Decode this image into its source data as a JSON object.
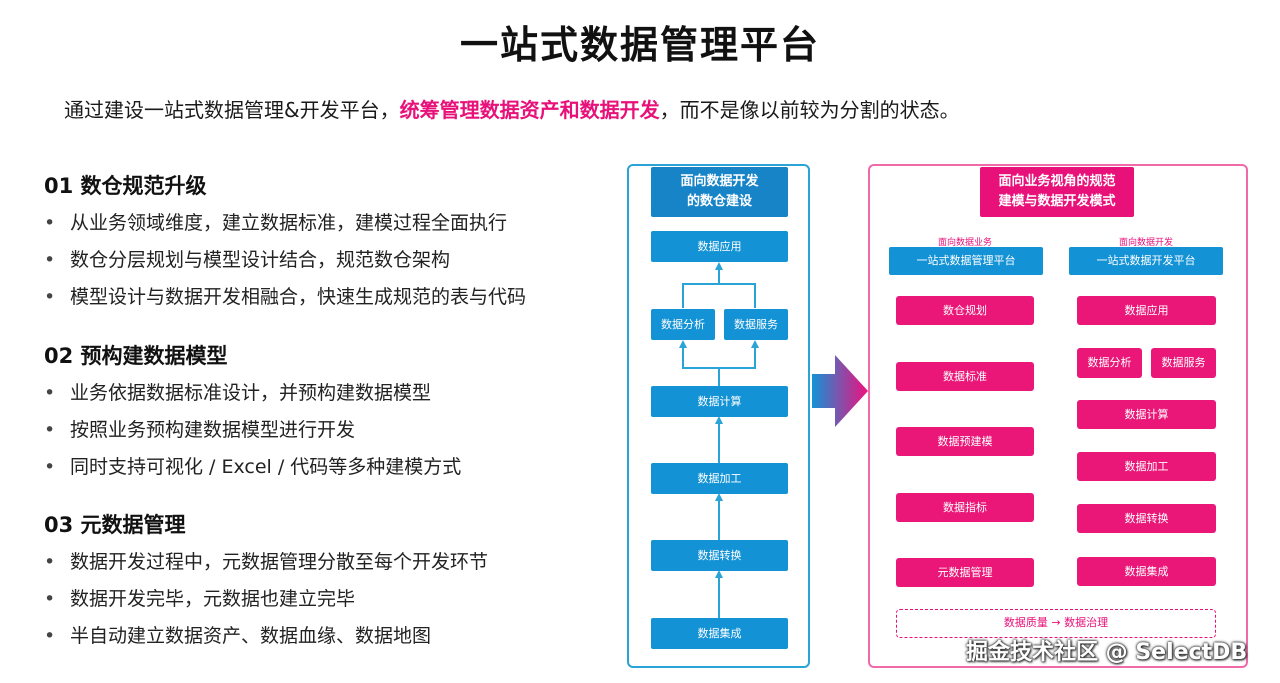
{
  "title": "一站式数据管理平台",
  "subtitle": {
    "pre": "通过建设一站式数据管理&开发平台，",
    "highlight": "统筹管理数据资产和数据开发",
    "post": "，而不是像以前较为分割的状态。"
  },
  "sections": [
    {
      "heading": "01 数仓规范升级",
      "items": [
        "从业务领域维度，建立数据标准，建模过程全面执行",
        "数仓分层规划与模型设计结合，规范数仓架构",
        "模型设计与数据开发相融合，快速生成规范的表与代码"
      ]
    },
    {
      "heading": "02 预构建数据模型",
      "items": [
        "业务依据数据标准设计，并预构建数据模型",
        "按照业务预构建数据模型进行开发",
        "同时支持可视化 / Excel / 代码等多种建模方式"
      ]
    },
    {
      "heading": "03 元数据管理",
      "items": [
        "数据开发过程中，元数据管理分散至每个开发环节",
        "数据开发完毕，元数据也建立完毕",
        "半自动建立数据资产、数据血缘、数据地图"
      ]
    }
  ],
  "bullet": "•",
  "left_diagram": {
    "header": [
      "面向数据开发",
      "的数仓建设"
    ],
    "app": "数据应用",
    "analysis": "数据分析",
    "service": "数据服务",
    "compute": "数据计算",
    "process": "数据加工",
    "convert": "数据转换",
    "integrate": "数据集成"
  },
  "right_diagram": {
    "header": [
      "面向业务视角的规范",
      "建模与数据开发模式"
    ],
    "left_col": {
      "tag": "面向数据业务",
      "platform": "一站式数据管理平台",
      "steps": [
        "数仓规划",
        "数据标准",
        "数据预建模",
        "数据指标",
        "元数据管理"
      ]
    },
    "right_col": {
      "tag": "面向数据开发",
      "platform": "一站式数据开发平台",
      "app": "数据应用",
      "analysis": "数据分析",
      "service": "数据服务",
      "steps": [
        "数据计算",
        "数据加工",
        "数据转换",
        "数据集成"
      ]
    },
    "quality": "数据质量 → 数据治理"
  },
  "watermark": "掘金技术社区 @ SelectDB",
  "colors": {
    "blue": "#1392d6",
    "pink": "#ea1778"
  }
}
